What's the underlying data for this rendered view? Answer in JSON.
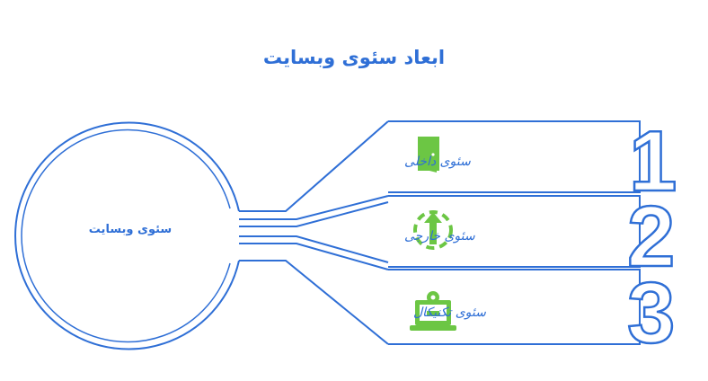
{
  "title": "ابعاد سئوی وبسایت",
  "center": {
    "label": "سئوی وبسایت"
  },
  "items": [
    {
      "number": "1",
      "label": "سئوی داخلی",
      "icon": "door-icon",
      "color": "#6cc644"
    },
    {
      "number": "2",
      "label": "سئوی خارجی",
      "icon": "external-arrow-icon",
      "color": "#6cc644"
    },
    {
      "number": "3",
      "label": "سئوی تکنیکال",
      "icon": "laptop-gear-icon",
      "color": "#6cc644"
    }
  ],
  "colors": {
    "accent": "#2f6fd6",
    "icon": "#6cc644"
  }
}
